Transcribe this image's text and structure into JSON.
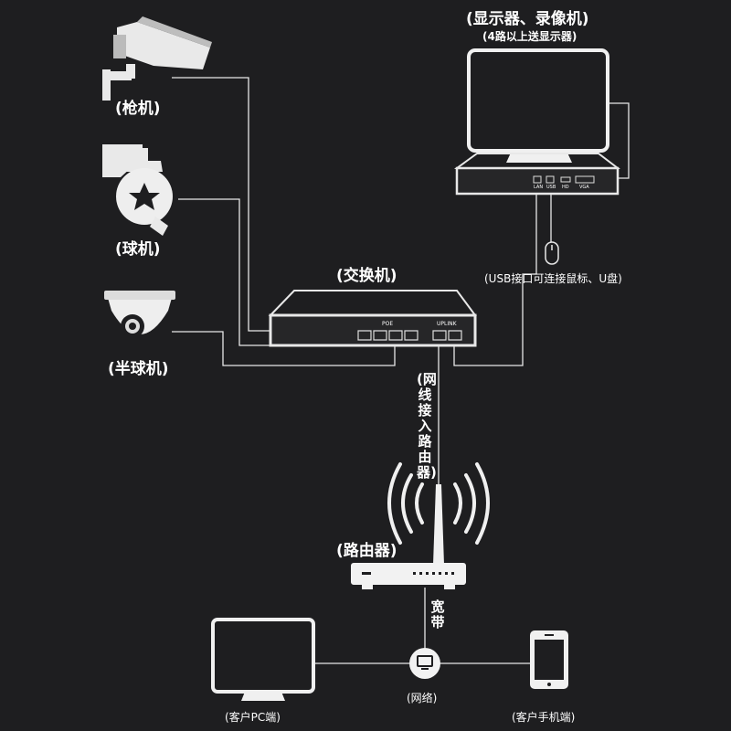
{
  "labels": {
    "display_recorder": "(显示器、录像机)",
    "display_note": "(4路以上送显示器)",
    "bullet_camera": "(枪机)",
    "dome_camera": "(球机)",
    "half_dome_camera": "(半球机)",
    "switch": "(交换机)",
    "usb_note": "(USB接口可连接鼠标、U盘)",
    "network_to_router": "(网线接入路由器)",
    "router": "(路由器)",
    "broadband": "宽带",
    "client_pc": "(客户PC端)",
    "network": "(网络)",
    "client_phone": "(客户手机端)"
  },
  "switch_ports": {
    "poe": "POE",
    "uplink": "UPLINK"
  },
  "nvr_ports": [
    "LAN",
    "USB",
    "HD",
    "VGA"
  ],
  "icons": [
    "bullet-camera-icon",
    "dome-camera-icon",
    "half-dome-camera-icon",
    "monitor-icon",
    "nvr-icon",
    "mouse-icon",
    "switch-icon",
    "router-icon",
    "wifi-signal-icon",
    "pc-monitor-icon",
    "network-node-icon",
    "smartphone-icon"
  ],
  "colors": {
    "background": "#1e1e20",
    "foreground": "#ffffff"
  }
}
